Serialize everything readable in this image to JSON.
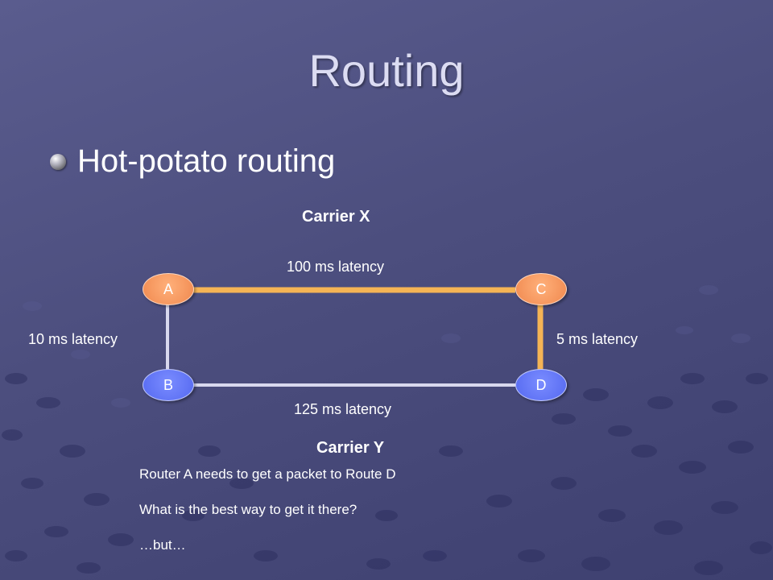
{
  "slide": {
    "title": "Routing",
    "bullet": "Hot-potato routing"
  },
  "diagram": {
    "carrier_x": "Carrier X",
    "carrier_y": "Carrier Y",
    "nodes": {
      "a": "A",
      "b": "B",
      "c": "C",
      "d": "D"
    },
    "latencies": {
      "ac": "100 ms latency",
      "ab": "10 ms latency",
      "cd": "5 ms latency",
      "bd": "125 ms latency"
    },
    "colors": {
      "carrier_x_link": "#f5b455",
      "carrier_y_link": "#d8d8ee",
      "node_orange": "#f0884e",
      "node_blue": "#5468f0"
    }
  },
  "notes": {
    "line1": "Router A needs to get a packet to Route D",
    "line2": "What is the best way to get it there?",
    "line3": "…but…"
  }
}
